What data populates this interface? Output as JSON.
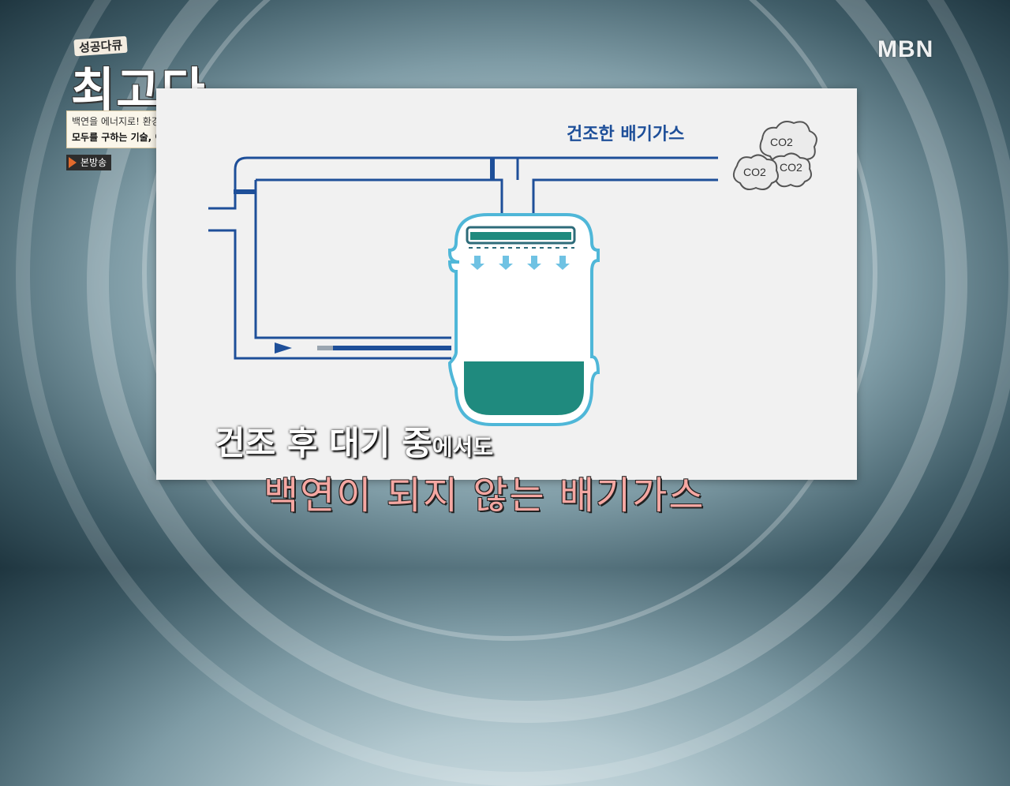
{
  "channel_logo": "MBN",
  "show": {
    "small_title": "성공다큐",
    "big_title": "최고다"
  },
  "info": {
    "line1": "백연을 에너지로! 환경과 사람",
    "line2": "모두를 구하는 기술, 이돈구 대표"
  },
  "badge": "본방송",
  "diagram": {
    "exhaust_label": "건조한 배기가스",
    "co2_labels": [
      "CO2",
      "CO2",
      "CO2"
    ]
  },
  "captions": {
    "line1_main": "건조 후 대기 중",
    "line1_suffix": "에서도",
    "line2": "백연이 되지 않는 배기가스"
  },
  "colors": {
    "pipe": "#1e4f99",
    "tank_liquid": "#1f8a7e",
    "tank_border": "#4fb7d8",
    "arrow": "#6fc2e3",
    "caption2": "#f5a7a2"
  }
}
